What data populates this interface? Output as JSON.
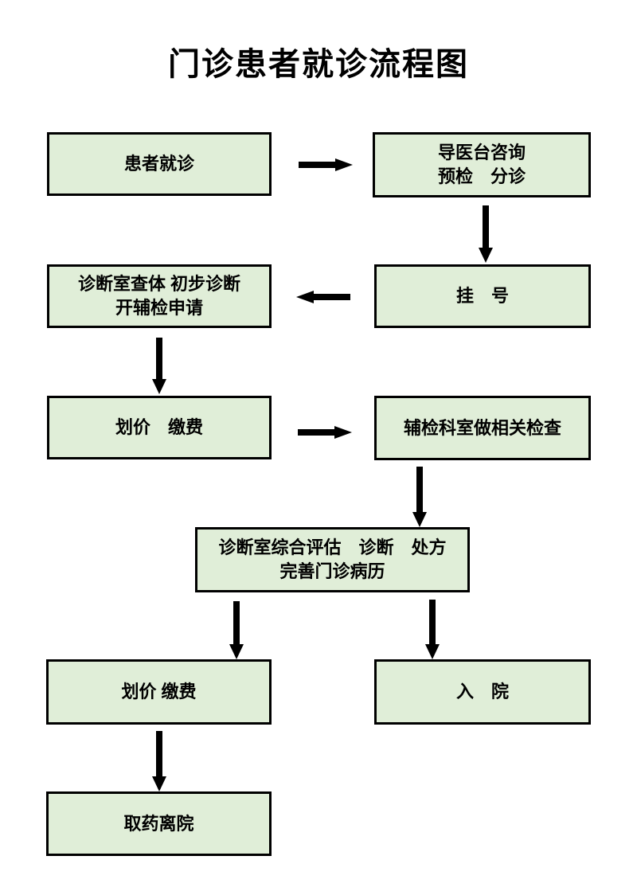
{
  "title": "门诊患者就诊流程图",
  "flow": {
    "patient_visit": {
      "line1": "患者就诊"
    },
    "guide_desk": {
      "line1": "导医台咨询",
      "line2": "预检　分诊"
    },
    "registration": {
      "line1": "挂　号"
    },
    "exam_room": {
      "line1": "诊断室查体 初步诊断",
      "line2": "开辅检申请"
    },
    "pricing_payment_1": {
      "line1": "划价　缴费"
    },
    "auxiliary_exam": {
      "line1": "辅检科室做相关检查"
    },
    "comprehensive_eval": {
      "line1": "诊断室综合评估　诊断　处方",
      "line2": "完善门诊病历"
    },
    "pricing_payment_2": {
      "line1": "划价 缴费"
    },
    "admission": {
      "line1": "入　院"
    },
    "medicine_leave": {
      "line1": "取药离院"
    }
  },
  "colors": {
    "background": "#ffffff",
    "box_fill": "#e0eed8",
    "box_border": "#000000",
    "arrow": "#000000",
    "title_text": "#000000"
  }
}
